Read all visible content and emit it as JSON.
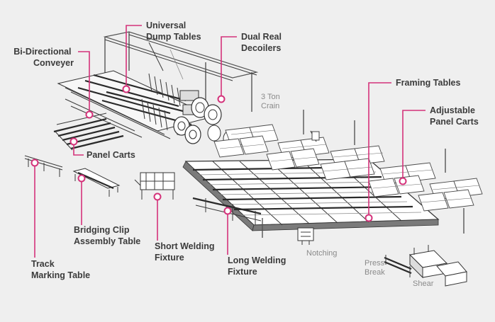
{
  "labels": {
    "universal_dump_tables": [
      "Universal",
      "Dump Tables"
    ],
    "dual_real_decoilers": [
      "Dual Real",
      "Decoilers"
    ],
    "bi_directional_conveyer": [
      "Bi-Directional",
      "Conveyer"
    ],
    "crain": [
      "3 Ton",
      "Crain"
    ],
    "framing_tables": [
      "Framing Tables"
    ],
    "adjustable_panel_carts": [
      "Adjustable",
      "Panel Carts"
    ],
    "panel_carts": [
      "Panel Carts"
    ],
    "bridging_clip_assembly_table": [
      "Bridging Clip",
      "Assembly Table"
    ],
    "short_welding_fixture": [
      "Short Welding",
      "Fixture"
    ],
    "long_welding_fixture": [
      "Long Welding",
      "Fixture"
    ],
    "track_marking_table": [
      "Track",
      "Marking Table"
    ],
    "notching": [
      "Notching"
    ],
    "press_break": [
      "Press",
      "Break"
    ],
    "shear": [
      "Shear"
    ]
  },
  "colors": {
    "background": "#efefef",
    "accent": "#d4327a",
    "label_text": "#3b3b3b",
    "plain_text": "#8a8a8a"
  }
}
